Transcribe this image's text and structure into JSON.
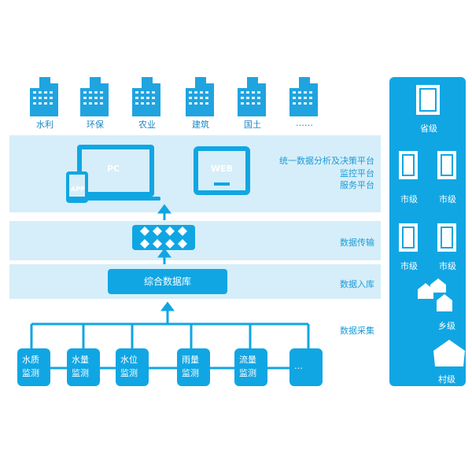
{
  "sectors": [
    "水利",
    "环保",
    "农业",
    "建筑",
    "国土",
    "……"
  ],
  "platform_lines": [
    "统一数据分析及决策平台",
    "监控平台",
    "服务平台"
  ],
  "devices": {
    "pc": "PC",
    "web": "WEB",
    "app": "APP"
  },
  "layer_labels": {
    "transmission": "数据传输",
    "storage": "数据入库",
    "collection": "数据采集"
  },
  "database_label": "综合数据库",
  "sensors": [
    {
      "line1": "水质",
      "line2": "监测"
    },
    {
      "line1": "水量",
      "line2": "监测"
    },
    {
      "line1": "水位",
      "line2": "监测"
    },
    {
      "line1": "雨量",
      "line2": "监测"
    },
    {
      "line1": "流量",
      "line2": "监测"
    },
    {
      "line1": "…",
      "line2": ""
    }
  ],
  "admin_levels": {
    "province": "省级",
    "city1": "市级",
    "city2": "市级",
    "city3": "市级",
    "city4": "市级",
    "town": "乡级",
    "village": "村级"
  },
  "colors": {
    "primary": "#10a6e3",
    "light": "#d6eef9",
    "label": "#1e9bd7"
  }
}
